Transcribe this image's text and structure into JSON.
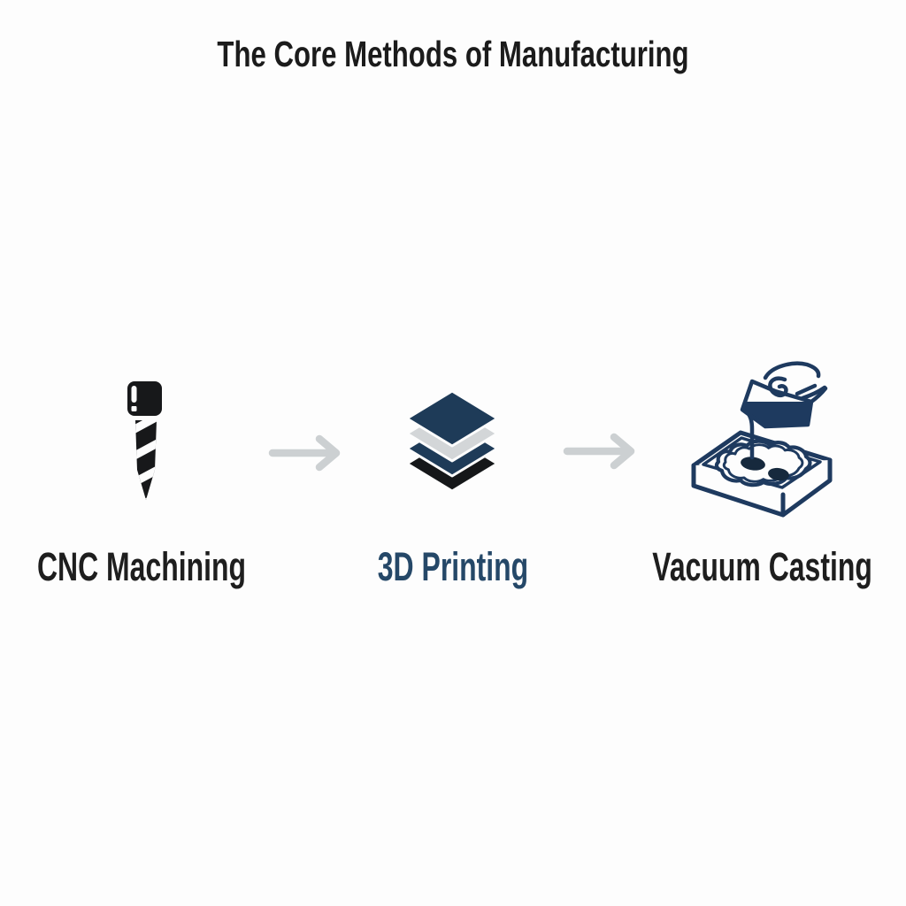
{
  "title": "The Core Methods of Manufacturing",
  "methods": [
    {
      "label": "CNC Machining",
      "icon": "cnc-drill-bit-icon"
    },
    {
      "label": "3D Printing",
      "icon": "3d-printing-layers-icon"
    },
    {
      "label": "Vacuum Casting",
      "icon": "vacuum-casting-pour-icon"
    }
  ],
  "flow": {
    "arrow_icon": "arrow-right-icon",
    "arrow_count": 2
  },
  "colors": {
    "background": "#fdfdfd",
    "title_text": "#1b1b1b",
    "label_dark": "#1e1e1e",
    "label_navy": "#254868",
    "icon_black": "#17181a",
    "icon_navy": "#1e3b58",
    "icon_light_gray": "#d3d6d8",
    "outline_navy": "#1e3a5f",
    "pool_fill": "#16293d",
    "arrow_gray": "#ccd0d2"
  }
}
